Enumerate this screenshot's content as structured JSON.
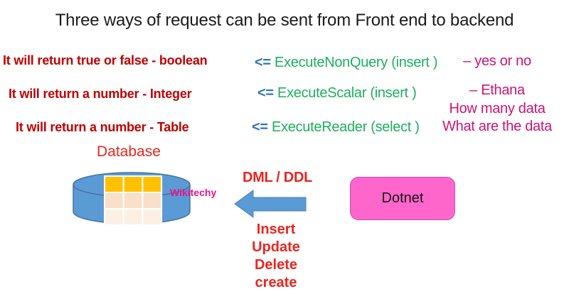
{
  "title": "Three ways of request can be sent from Front end to backend",
  "rows": [
    {
      "description": "It will return true or false - boolean",
      "operator": "<=",
      "method": "ExecuteNonQuery (insert )",
      "notes": [
        "– yes or no"
      ]
    },
    {
      "description": "It will return a number - Integer",
      "operator": "<=",
      "method": "ExecuteScalar (insert )",
      "notes": [
        "– Ethana",
        "How many data"
      ]
    },
    {
      "description": "It will return a number - Table",
      "operator": "<=",
      "method": "ExecuteReader (select )",
      "notes": [
        "What are the data"
      ]
    }
  ],
  "database": {
    "label": "Database",
    "watermark": "Wikitechy"
  },
  "arrow": {
    "top_label": "DML / DDL",
    "bottom_labels": [
      "Insert",
      "Update",
      "Delete",
      "create"
    ]
  },
  "dotnet": {
    "label": "Dotnet"
  },
  "colors": {
    "title_text": "#1b1b1b",
    "description_red": "#c00000",
    "action_red": "#e9261f",
    "operator_blue": "#2e75b6",
    "method_green": "#1caf5e",
    "note_magenta": "#ce1373",
    "watermark_pink": "#ee1289",
    "cylinder_blue": "#5b9bd5",
    "cylinder_outline": "#4472a4",
    "table_header_orange": "#ffc000",
    "table_row_peach": "#fae0c8",
    "table_row_light": "#fcf0e4",
    "dotnet_pink": "#ff66cc"
  }
}
